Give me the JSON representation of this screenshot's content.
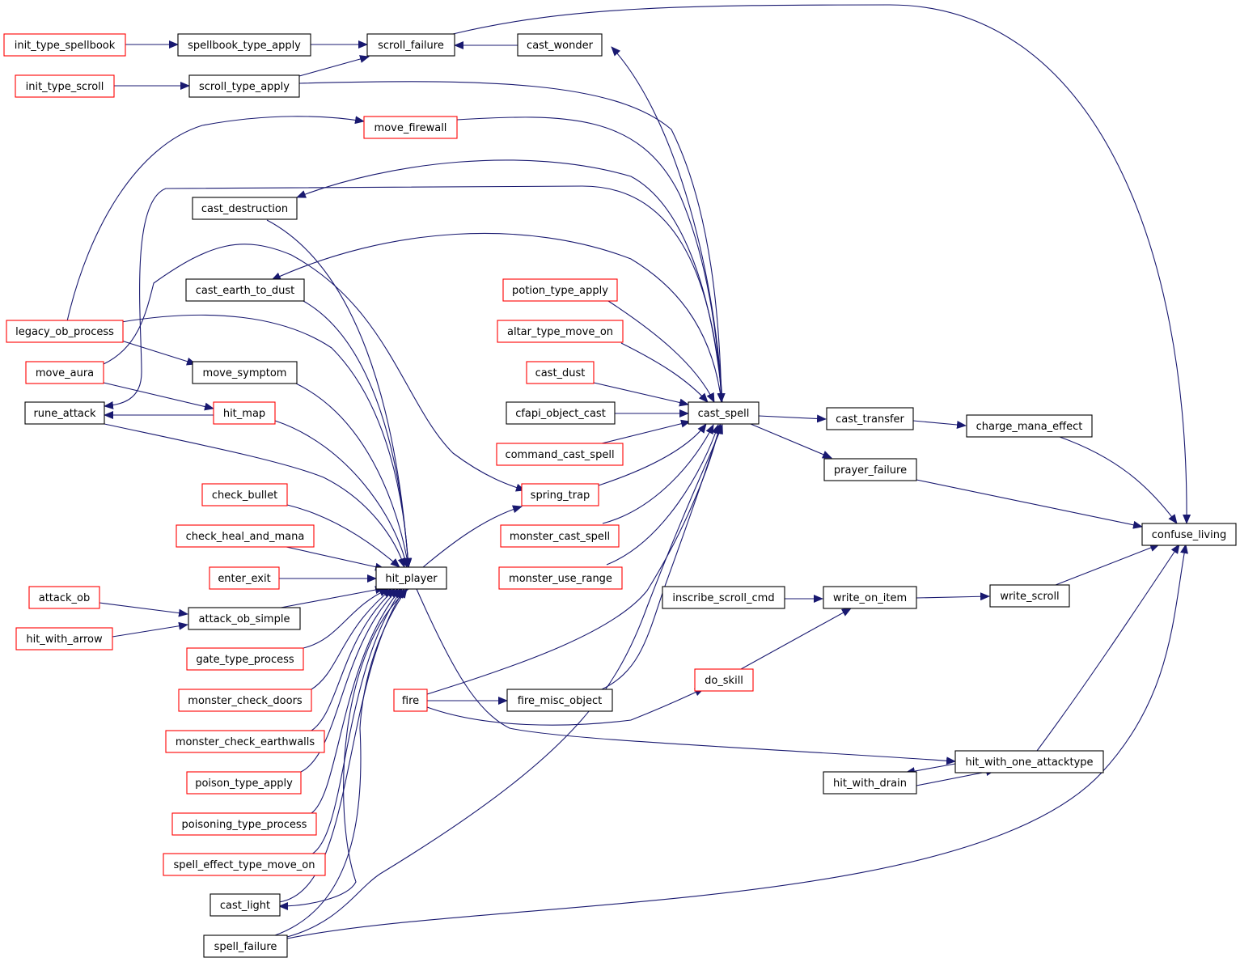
{
  "colors": {
    "edge": "#191970",
    "node_border_normal": "#000000",
    "node_border_truncated": "#ff0000",
    "node_fill": "#ffffff",
    "focus_fill": "#bfbfbf"
  },
  "nodes": [
    {
      "id": "confuse_living",
      "label": "confuse_living",
      "style": "focus"
    },
    {
      "id": "init_type_spellbook",
      "label": "init_type_spellbook",
      "style": "red"
    },
    {
      "id": "spellbook_type_apply",
      "label": "spellbook_type_apply",
      "style": "black"
    },
    {
      "id": "scroll_failure",
      "label": "scroll_failure",
      "style": "black"
    },
    {
      "id": "cast_wonder",
      "label": "cast_wonder",
      "style": "black"
    },
    {
      "id": "init_type_scroll",
      "label": "init_type_scroll",
      "style": "red"
    },
    {
      "id": "scroll_type_apply",
      "label": "scroll_type_apply",
      "style": "black"
    },
    {
      "id": "move_firewall",
      "label": "move_firewall",
      "style": "red"
    },
    {
      "id": "cast_destruction",
      "label": "cast_destruction",
      "style": "black"
    },
    {
      "id": "cast_earth_to_dust",
      "label": "cast_earth_to_dust",
      "style": "black"
    },
    {
      "id": "potion_type_apply",
      "label": "potion_type_apply",
      "style": "red"
    },
    {
      "id": "legacy_ob_process",
      "label": "legacy_ob_process",
      "style": "red"
    },
    {
      "id": "altar_type_move_on",
      "label": "altar_type_move_on",
      "style": "red"
    },
    {
      "id": "move_aura",
      "label": "move_aura",
      "style": "red"
    },
    {
      "id": "move_symptom",
      "label": "move_symptom",
      "style": "black"
    },
    {
      "id": "cast_dust",
      "label": "cast_dust",
      "style": "red"
    },
    {
      "id": "rune_attack",
      "label": "rune_attack",
      "style": "black"
    },
    {
      "id": "hit_map",
      "label": "hit_map",
      "style": "red"
    },
    {
      "id": "cfapi_object_cast",
      "label": "cfapi_object_cast",
      "style": "black"
    },
    {
      "id": "cast_spell",
      "label": "cast_spell",
      "style": "black"
    },
    {
      "id": "cast_transfer",
      "label": "cast_transfer",
      "style": "black"
    },
    {
      "id": "charge_mana_effect",
      "label": "charge_mana_effect",
      "style": "black"
    },
    {
      "id": "command_cast_spell",
      "label": "command_cast_spell",
      "style": "red"
    },
    {
      "id": "prayer_failure",
      "label": "prayer_failure",
      "style": "black"
    },
    {
      "id": "check_bullet",
      "label": "check_bullet",
      "style": "red"
    },
    {
      "id": "spring_trap",
      "label": "spring_trap",
      "style": "red"
    },
    {
      "id": "check_heal_and_mana",
      "label": "check_heal_and_mana",
      "style": "red"
    },
    {
      "id": "monster_cast_spell",
      "label": "monster_cast_spell",
      "style": "red"
    },
    {
      "id": "enter_exit",
      "label": "enter_exit",
      "style": "red"
    },
    {
      "id": "hit_player",
      "label": "hit_player",
      "style": "black"
    },
    {
      "id": "monster_use_range",
      "label": "monster_use_range",
      "style": "red"
    },
    {
      "id": "attack_ob",
      "label": "attack_ob",
      "style": "red"
    },
    {
      "id": "inscribe_scroll_cmd",
      "label": "inscribe_scroll_cmd",
      "style": "black"
    },
    {
      "id": "write_on_item",
      "label": "write_on_item",
      "style": "black"
    },
    {
      "id": "write_scroll",
      "label": "write_scroll",
      "style": "black"
    },
    {
      "id": "attack_ob_simple",
      "label": "attack_ob_simple",
      "style": "black"
    },
    {
      "id": "hit_with_arrow",
      "label": "hit_with_arrow",
      "style": "red"
    },
    {
      "id": "gate_type_process",
      "label": "gate_type_process",
      "style": "red"
    },
    {
      "id": "do_skill",
      "label": "do_skill",
      "style": "red"
    },
    {
      "id": "monster_check_doors",
      "label": "monster_check_doors",
      "style": "red"
    },
    {
      "id": "fire",
      "label": "fire",
      "style": "red"
    },
    {
      "id": "fire_misc_object",
      "label": "fire_misc_object",
      "style": "black"
    },
    {
      "id": "monster_check_earthwalls",
      "label": "monster_check_earthwalls",
      "style": "red"
    },
    {
      "id": "hit_with_one_attacktype",
      "label": "hit_with_one_attacktype",
      "style": "black"
    },
    {
      "id": "hit_with_drain",
      "label": "hit_with_drain",
      "style": "black"
    },
    {
      "id": "poison_type_apply",
      "label": "poison_type_apply",
      "style": "red"
    },
    {
      "id": "poisoning_type_process",
      "label": "poisoning_type_process",
      "style": "red"
    },
    {
      "id": "spell_effect_type_move_on",
      "label": "spell_effect_type_move_on",
      "style": "red"
    },
    {
      "id": "cast_light",
      "label": "cast_light",
      "style": "black"
    },
    {
      "id": "spell_failure",
      "label": "spell_failure",
      "style": "black"
    }
  ]
}
